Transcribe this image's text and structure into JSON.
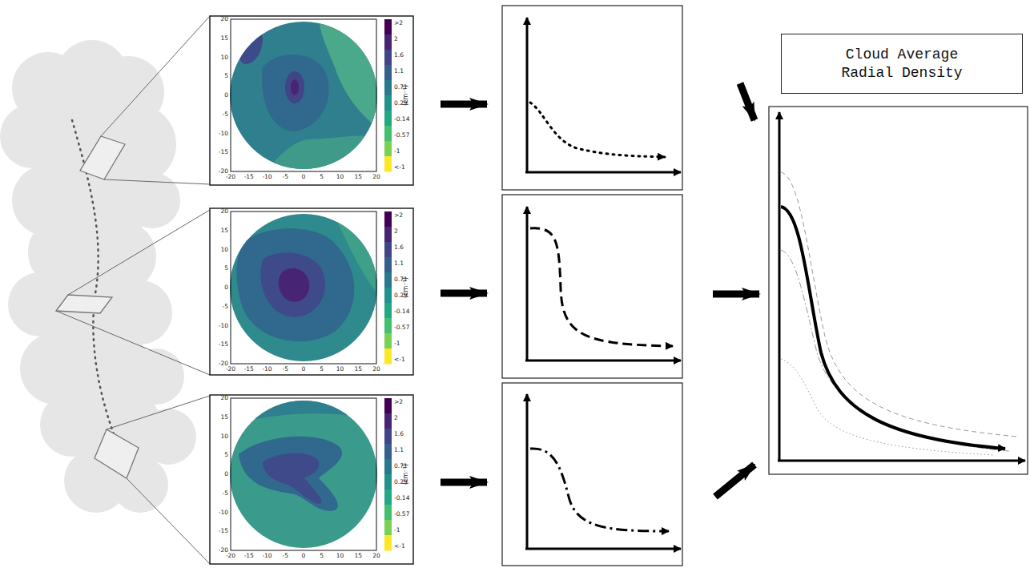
{
  "diagram": {
    "nodes": [
      {
        "text": [
          "Cloud Average Radial Density"
        ]
      }
    ],
    "labels": [
      "20",
      "15",
      "10",
      "5",
      "0",
      "-5",
      "-10",
      "-15",
      "-20",
      "-20",
      "-15",
      "-10",
      "-5",
      "0",
      "5",
      "10",
      "15",
      "20",
      ">2",
      "2",
      "1.6",
      "1.1",
      "0.71",
      "0.29",
      "-0.14",
      "-0.57",
      "-1",
      "<-1",
      "(cm⁻³)",
      "20",
      "15",
      "10",
      "5",
      "0",
      "-5",
      "-10",
      "-15",
      "-20",
      "-20",
      "-15",
      "-10",
      "-5",
      "0",
      "5",
      "10",
      "15",
      "20",
      ">2",
      "2",
      "1.6",
      "1.1",
      "0.71",
      "0.29",
      "-0.14",
      "-0.57",
      "-1",
      "<-1",
      "(cm⁻³)",
      "20",
      "15",
      "10",
      "5",
      "0",
      "-5",
      "-10",
      "-15",
      "-20",
      "-20",
      "-15",
      "-10",
      "-5",
      "0",
      "5",
      "10",
      "15",
      "20",
      ">2",
      "2",
      "1.6",
      "1.1",
      "0.71",
      "0.29",
      "-0.14",
      "-0.57",
      "-1",
      "<-1",
      "(cm⁻³)"
    ]
  }
}
